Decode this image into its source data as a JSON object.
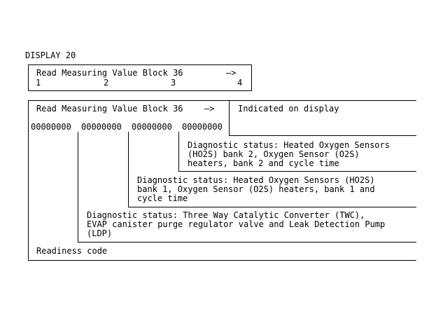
{
  "display_label": "DISPLAY 20",
  "top_box": {
    "title": "Read Measuring Value Block 36",
    "arrow": "—>",
    "fields": [
      "1",
      "2",
      "3",
      "4"
    ]
  },
  "main_box": {
    "title": "Read Measuring Value Block 36",
    "arrow": "—>",
    "indicated_label": "Indicated on display",
    "values": [
      "00000000",
      "00000000",
      "00000000",
      "00000000"
    ],
    "descriptions": [
      "Diagnostic status: Heated Oxygen Sensors\n(HO2S) bank 2, Oxygen Sensor (O2S)\nheaters, bank 2 and cycle time",
      "Diagnostic status: Heated Oxygen Sensors (HO2S)\nbank 1, Oxygen Sensor (O2S) heaters, bank 1 and\ncycle time",
      "Diagnostic status: Three Way Catalytic Converter (TWC),\nEVAP canister purge regulator valve and Leak Detection Pump\n(LDP)"
    ],
    "readiness_label": "Readiness code"
  }
}
